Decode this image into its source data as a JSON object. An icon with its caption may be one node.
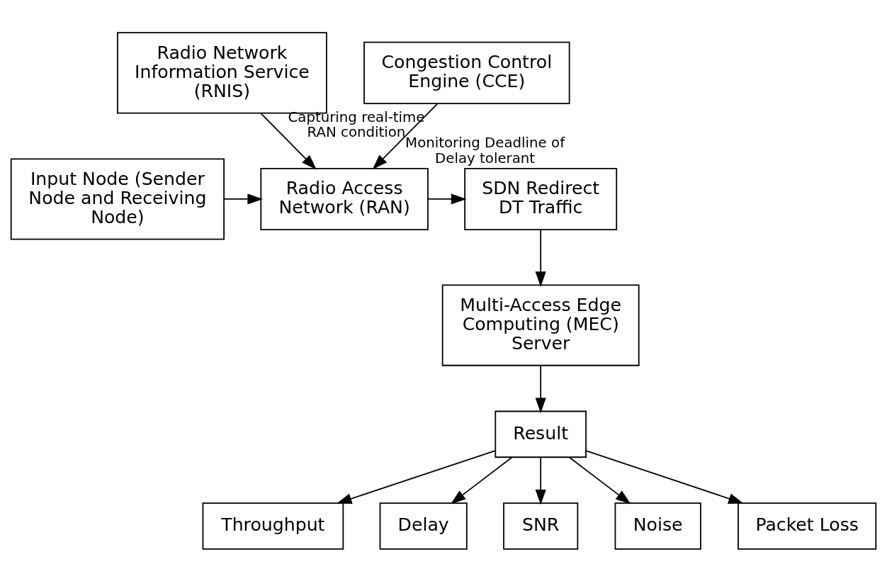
{
  "diagram": {
    "nodes": [
      {
        "text": [
          "Radio Network Information Service (RNIS)"
        ]
      },
      {
        "text": [
          "Congestion Control Engine (CCE)"
        ]
      },
      {
        "text": [
          "Input Node (Sender Node and Receiving Node)"
        ]
      },
      {
        "text": [
          "Radio Access Network (RAN)"
        ]
      },
      {
        "text": [
          "SDN Redirect DT Traffic"
        ]
      },
      {
        "text": [
          "Multi-Access Edge Computing (MEC) Server"
        ]
      },
      {
        "text": [
          "Result"
        ]
      },
      {
        "text": [
          "Throughput"
        ]
      },
      {
        "text": [
          "Delay"
        ]
      },
      {
        "text": [
          "SNR"
        ]
      },
      {
        "text": [
          "Noise"
        ]
      },
      {
        "text": [
          "Packet Loss"
        ]
      }
    ],
    "edges": [
      {
        "from": 0,
        "to": 3,
        "arrow": "to",
        "label": "Capturing real-time RAN condition"
      },
      {
        "from": 1,
        "to": 3,
        "arrow": "to",
        "label": "Monitoring Deadline of Delay tolerant"
      },
      {
        "from": 2,
        "to": 3,
        "arrow": "to"
      },
      {
        "from": 3,
        "to": 4,
        "arrow": "to"
      },
      {
        "from": 4,
        "to": 5,
        "arrow": "to"
      },
      {
        "from": 5,
        "to": 6,
        "arrow": "to"
      },
      {
        "from": 6,
        "to": 7,
        "arrow": "to"
      },
      {
        "from": 6,
        "to": 8,
        "arrow": "to"
      },
      {
        "from": 6,
        "to": 9,
        "arrow": "to"
      },
      {
        "from": 6,
        "to": 10,
        "arrow": "to"
      },
      {
        "from": 6,
        "to": 11,
        "arrow": "to"
      }
    ]
  }
}
